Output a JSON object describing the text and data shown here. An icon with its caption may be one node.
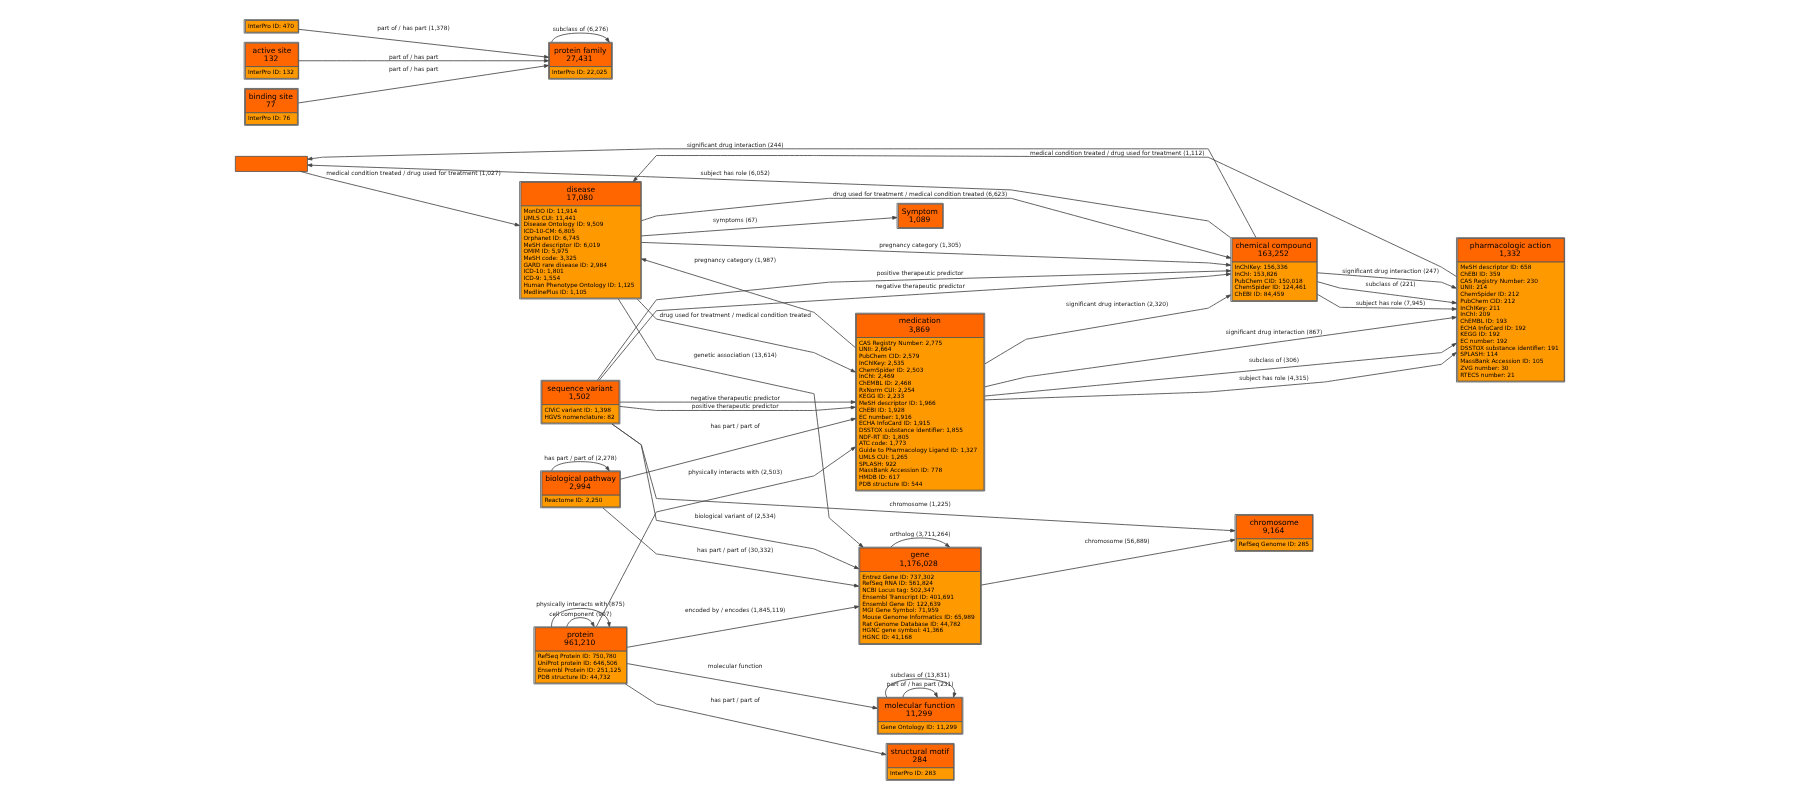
{
  "diagram": {
    "nodes": [
      {
        "text": [],
        "shape": "box"
      },
      {
        "text": [
          "disease",
          "17,080",
          "MonDO ID: 11,914",
          "UMLS CUI: 11,441",
          "Disease Ontology ID: 9,509",
          "ICD-10-CM: 6,805",
          "Orphanet ID: 6,745",
          "MeSH descriptor ID: 6,019",
          "OMIM ID: 5,975",
          "MeSH code: 3,325",
          "GARD rare disease ID: 2,984",
          "ICD-10: 1,801",
          "ICD-9: 1,554",
          "Human Phenotype Ontology ID: 1,125",
          "MedlinePlus ID: 1,105"
        ]
      },
      {
        "text": [
          "pharmacologic action",
          "1,332",
          "MeSH descriptor ID: 658",
          "ChEBI ID: 359",
          "CAS Registry Number: 230",
          "UNII: 214",
          "ChemSpider ID: 212",
          "PubChem CID: 212",
          "InChIKey: 211",
          "InChI: 209",
          "ChEMBL ID: 193",
          "ECHA InfoCard ID: 192",
          "KEGG ID: 192",
          "EC number: 192",
          "DSSTOX substance identifier: 191",
          "SPLASH: 114",
          "MassBank Accession ID: 105",
          "ZVG number: 30",
          "RTECS number: 21"
        ]
      },
      {
        "text": [
          "Symptom",
          "1,089"
        ]
      },
      {
        "text": [
          "InterPro ID: 470"
        ]
      },
      {
        "text": [
          "gene",
          "1,176,028",
          "Entrez Gene ID: 737,302",
          "RefSeq RNA ID: 561,824",
          "NCBI Locus tag: 502,347",
          "Ensembl Transcript ID: 401,691",
          "Ensembl Gene ID: 122,639",
          "MGI Gene Symbol: 71,959",
          "Mouse Genome Informatics ID: 65,989",
          "Rat Genome Database ID: 44,782",
          "HGNC gene symbol: 41,366",
          "HGNC ID: 41,168"
        ]
      },
      {
        "text": [
          "active site",
          "132",
          "InterPro ID: 132"
        ]
      },
      {
        "text": [
          "protein family",
          "27,431",
          "InterPro ID: 22,025"
        ]
      },
      {
        "text": [
          "chromosome",
          "9,164",
          "RefSeq Genome ID: 285"
        ]
      },
      {
        "text": [
          "binding site",
          "77",
          "InterPro ID: 76"
        ]
      },
      {
        "text": [
          "biological pathway",
          "2,994",
          "Reactome ID: 2,250"
        ]
      },
      {
        "text": [
          "structural motif",
          "284",
          "InterPro ID: 283"
        ]
      },
      {
        "text": [
          "medication",
          "3,869",
          "CAS Registry Number: 2,775",
          "UNII: 2,664",
          "PubChem CID: 2,579",
          "InChIKey: 2,535",
          "ChemSpider ID: 2,503",
          "InChI: 2,469",
          "ChEMBL ID: 2,468",
          "RxNorm CUI: 2,254",
          "KEGG ID: 2,233",
          "MeSH descriptor ID: 1,966",
          "ChEBI ID: 1,928",
          "EC number: 1,916",
          "ECHA InfoCard ID: 1,915",
          "DSSTOX substance identifier: 1,855",
          "NDF-RT ID: 1,805",
          "ATC code: 1,773",
          "Guide to Pharmacology Ligand ID: 1,327",
          "UMLS CUI: 1,265",
          "SPLASH: 922",
          "MassBank Accession ID: 778",
          "HMDB ID: 617",
          "PDB structure ID: 544"
        ]
      },
      {
        "text": [
          "sequence variant",
          "1,502",
          "CIViC variant ID: 1,398",
          "HGVS nomenclature: 82"
        ]
      },
      {
        "text": [
          "protein",
          "961,210",
          "RefSeq Protein ID: 750,780",
          "UniProt protein ID: 646,506",
          "Ensembl Protein ID: 251,125",
          "PDB structure ID: 44,732"
        ]
      },
      {
        "text": [
          "molecular function",
          "11,299",
          "Gene Ontology ID: 11,299"
        ]
      },
      {
        "text": [
          "chemical compound",
          "163,252",
          "InChIKey: 156,336",
          "InChI: 153,826",
          "PubChem CID: 150,018",
          "ChemSpider ID: 124,461",
          "ChEBI ID: 84,459"
        ]
      }
    ],
    "edges": [
      {
        "from": 2,
        "to": 1,
        "arrow": "to",
        "label": "medical condition treated / drug used for treatment (1,112)"
      },
      {
        "from": 0,
        "to": 1,
        "arrow": "to",
        "label": "medical condition treated / drug used for treatment (1,027)"
      },
      {
        "from": 12,
        "to": 2,
        "arrow": "to",
        "label": "subclass of (306)"
      },
      {
        "from": 12,
        "to": 2,
        "arrow": "to",
        "label": "subject has role (4,315)"
      },
      {
        "from": 12,
        "to": 2,
        "arrow": "to",
        "label": "significant drug interaction (867)"
      },
      {
        "from": 16,
        "to": 2,
        "arrow": "to",
        "label": "subject has role (7,945)"
      },
      {
        "from": 16,
        "to": 2,
        "arrow": "to",
        "label": "significant drug interaction (247)"
      },
      {
        "from": 16,
        "to": 2,
        "arrow": "to",
        "label": "subclass of (221)"
      },
      {
        "from": 16,
        "to": 0,
        "arrow": "to",
        "label": "significant drug interaction (244)"
      },
      {
        "from": 16,
        "to": 0,
        "arrow": "to",
        "label": "subject has role (6,052)"
      },
      {
        "from": 1,
        "to": 16,
        "arrow": "to",
        "label": "pregnancy category (1,305)"
      },
      {
        "from": 1,
        "to": 16,
        "arrow": "to",
        "label": "drug used for treatment / medical condition treated (6,623)"
      },
      {
        "from": 12,
        "to": 1,
        "arrow": "to",
        "label": "pregnancy category (1,987)"
      },
      {
        "from": 1,
        "to": 12,
        "arrow": "to",
        "label": "drug used for treatment / medical condition treated"
      },
      {
        "from": 1,
        "to": 3,
        "arrow": "to",
        "label": "symptoms (67)"
      },
      {
        "from": 1,
        "to": 5,
        "arrow": "to",
        "label": "genetic association (13,614)"
      },
      {
        "from": 13,
        "to": 5,
        "arrow": "to",
        "label": "biological variant of (2,534)"
      },
      {
        "from": 5,
        "to": 8,
        "arrow": "to",
        "label": "chromosome (56,889)"
      },
      {
        "from": 13,
        "to": 8,
        "arrow": "to",
        "label": "chromosome (1,225)"
      },
      {
        "from": 5,
        "to": 5,
        "arrow": "to",
        "label": "ortholog (3,711,264)"
      },
      {
        "from": 10,
        "to": 5,
        "arrow": "to",
        "label": "has part / part of (30,332)"
      },
      {
        "from": 14,
        "to": 5,
        "arrow": "to",
        "label": "encoded by / encodes (1,845,119)"
      },
      {
        "from": 4,
        "to": 7,
        "arrow": "to",
        "label": "part of / has part (1,378)"
      },
      {
        "from": 6,
        "to": 7,
        "arrow": "to",
        "label": "part of / has part"
      },
      {
        "from": 9,
        "to": 7,
        "arrow": "to",
        "label": "part of / has part"
      },
      {
        "from": 7,
        "to": 7,
        "arrow": "to",
        "label": "subclass of (6,276)"
      },
      {
        "from": 10,
        "to": 10,
        "arrow": "to",
        "label": "has part / part of (2,278)"
      },
      {
        "from": 10,
        "to": 12,
        "arrow": "to",
        "label": "has part / part of"
      },
      {
        "from": 14,
        "to": 12,
        "arrow": "to",
        "label": "physically interacts with (2,503)"
      },
      {
        "from": 14,
        "to": 14,
        "arrow": "to",
        "label": "cell component (907)"
      },
      {
        "from": 14,
        "to": 14,
        "arrow": "to",
        "label": "physically interacts with (875)"
      },
      {
        "from": 14,
        "to": 11,
        "arrow": "to",
        "label": "has part / part of"
      },
      {
        "from": 14,
        "to": 15,
        "arrow": "to",
        "label": "molecular function"
      },
      {
        "from": 15,
        "to": 15,
        "arrow": "to",
        "label": "part of / has part (231)"
      },
      {
        "from": 15,
        "to": 15,
        "arrow": "to",
        "label": "subclass of (13,831)"
      },
      {
        "from": 13,
        "to": 12,
        "arrow": "to",
        "label": "negative therapeutic predictor"
      },
      {
        "from": 13,
        "to": 12,
        "arrow": "to",
        "label": "positive therapeutic predictor"
      },
      {
        "from": 13,
        "to": 16,
        "arrow": "to",
        "label": "negative therapeutic predictor"
      },
      {
        "from": 13,
        "to": 16,
        "arrow": "to",
        "label": "positive therapeutic predictor"
      },
      {
        "from": 12,
        "to": 16,
        "arrow": "to",
        "label": "significant drug interaction (2,320)"
      }
    ]
  }
}
